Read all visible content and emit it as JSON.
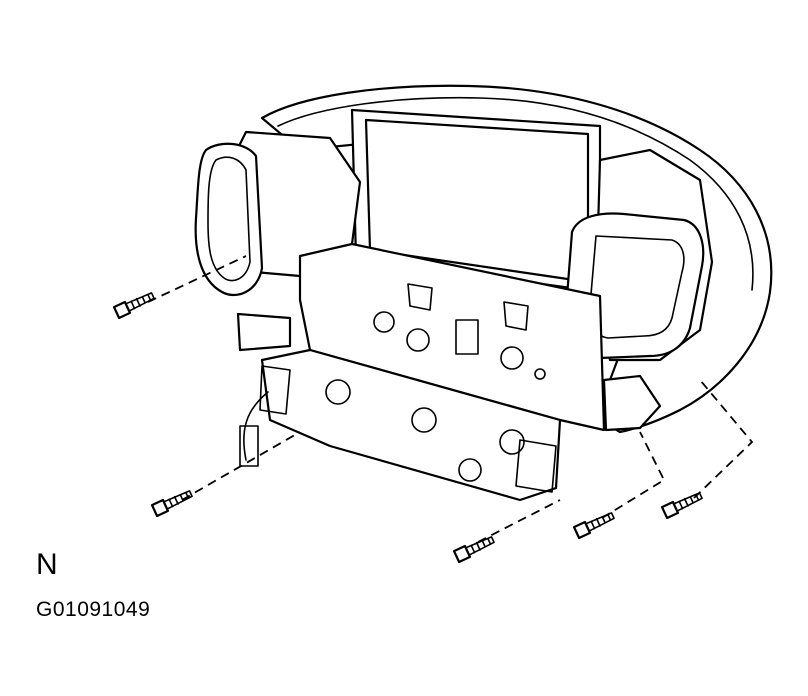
{
  "labels": {
    "direction_letter": "N",
    "figure_code": "G01091049"
  },
  "parts": {
    "screws": [
      {
        "name": "screw-upper-left"
      },
      {
        "name": "screw-lower-left"
      },
      {
        "name": "screw-bottom-center"
      },
      {
        "name": "screw-bottom-right-1"
      },
      {
        "name": "screw-bottom-right-2"
      }
    ]
  }
}
